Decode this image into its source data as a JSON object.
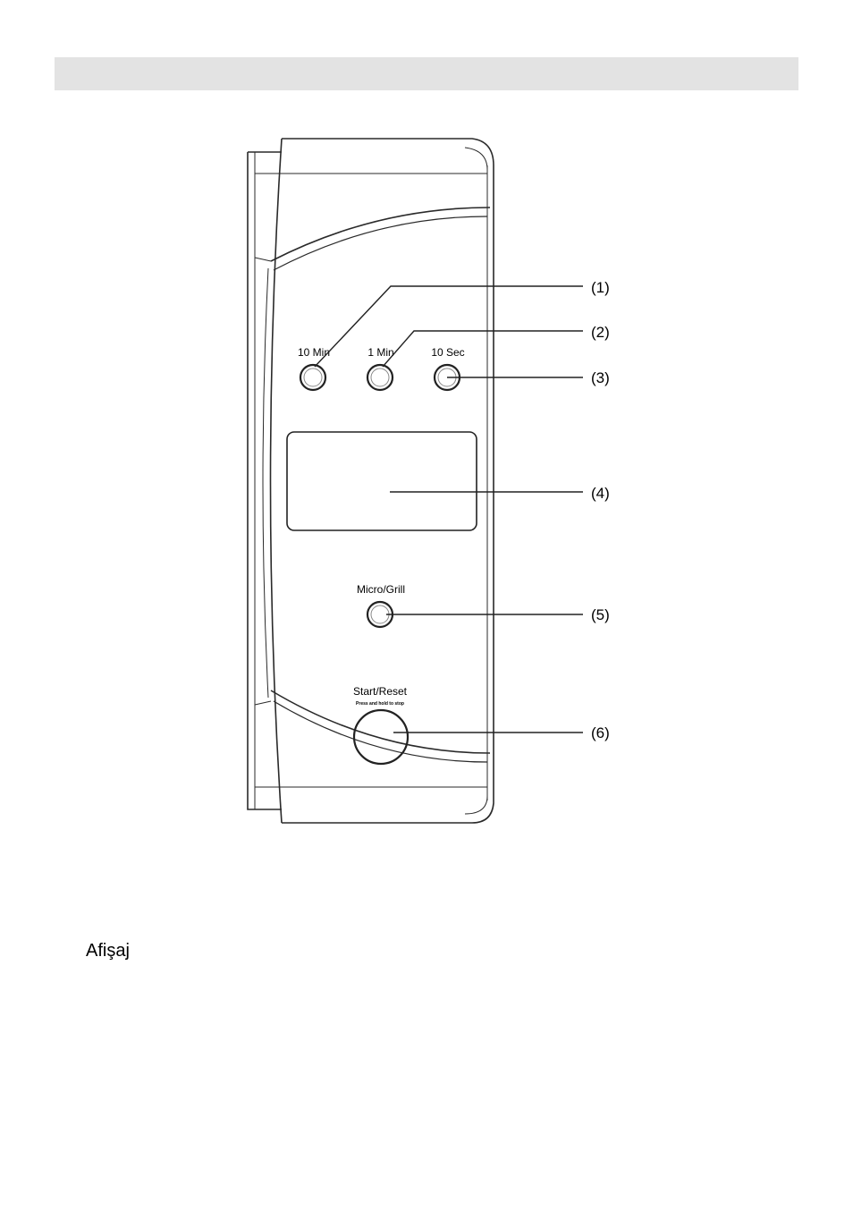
{
  "header": {
    "title": ""
  },
  "controls": {
    "btn_10min": "10 Min",
    "btn_1min": "1 Min",
    "btn_10sec": "10 Sec",
    "btn_micro_grill": "Micro/Grill",
    "btn_start_reset": "Start/Reset",
    "start_reset_hint": "Press and hold to stop"
  },
  "callouts": {
    "c1": "(1)",
    "c2": "(2)",
    "c3": "(3)",
    "c4": "(4)",
    "c5": "(5)",
    "c6": "(6)"
  },
  "caption": "Afişaj"
}
